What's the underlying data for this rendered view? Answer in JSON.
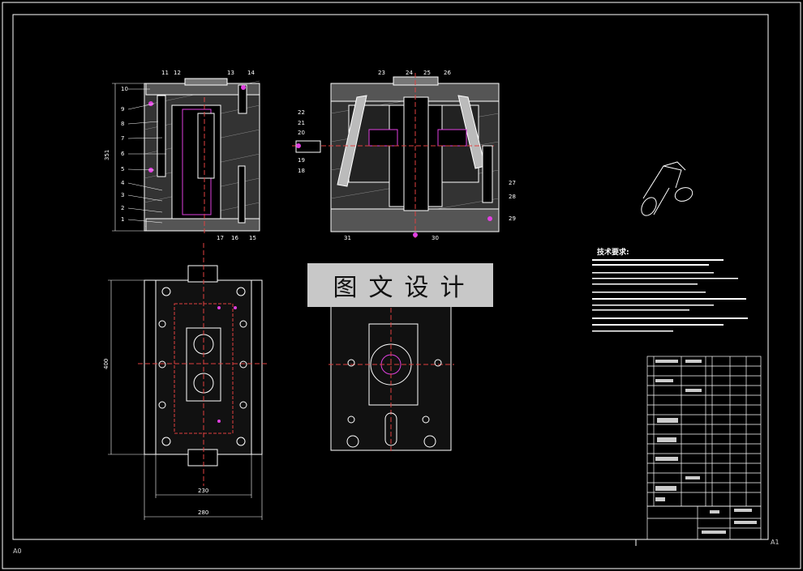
{
  "watermark": "图文设计",
  "sheet": {
    "size_label": "A0",
    "corner_mark": "A1"
  },
  "notes": {
    "heading": "技术要求:"
  },
  "dimensions": {
    "height_side": "351",
    "height_plan": "400",
    "width_inner": "230",
    "width_outer": "280"
  },
  "balloons_left": [
    "10",
    "9",
    "8",
    "7",
    "6",
    "5",
    "4",
    "3",
    "2",
    "1",
    "11",
    "12",
    "13",
    "14",
    "17",
    "16",
    "15"
  ],
  "balloons_right": [
    "23",
    "22",
    "21",
    "20",
    "19",
    "18",
    "24",
    "25",
    "26",
    "27",
    "28",
    "29",
    "31",
    "30"
  ]
}
